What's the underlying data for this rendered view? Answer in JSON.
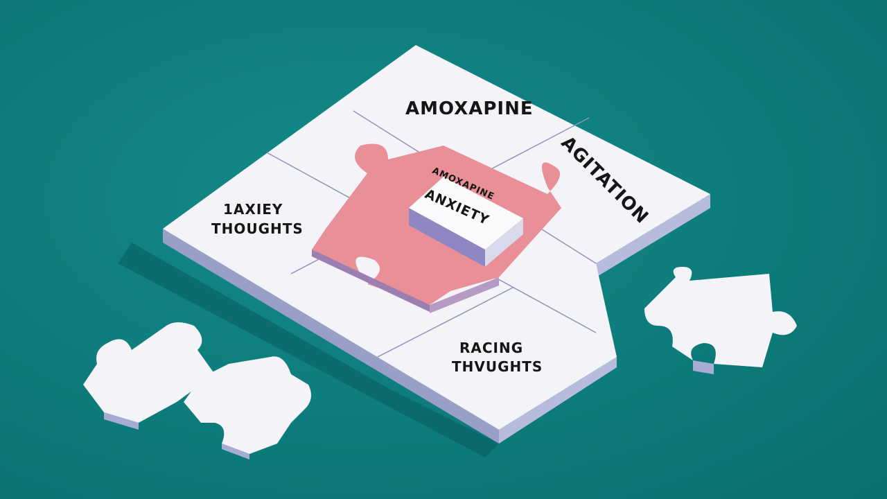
{
  "scene": {
    "description": "Isometric jigsaw puzzle illustration on teal background",
    "background_color": "#0f7f7f",
    "tile_color": "#f4f4f8",
    "center_piece_color": "#e88f98"
  },
  "labels": {
    "top": "AMOXAPINE",
    "right": "AGITATION",
    "left_line1": "1AXIEY",
    "left_line2": "THOUGHTS",
    "bottom_line1": "RACING",
    "bottom_line2": "THVUGHTS",
    "box_line1": "AMOXAPINE",
    "box_line2": "ANXIETY"
  }
}
